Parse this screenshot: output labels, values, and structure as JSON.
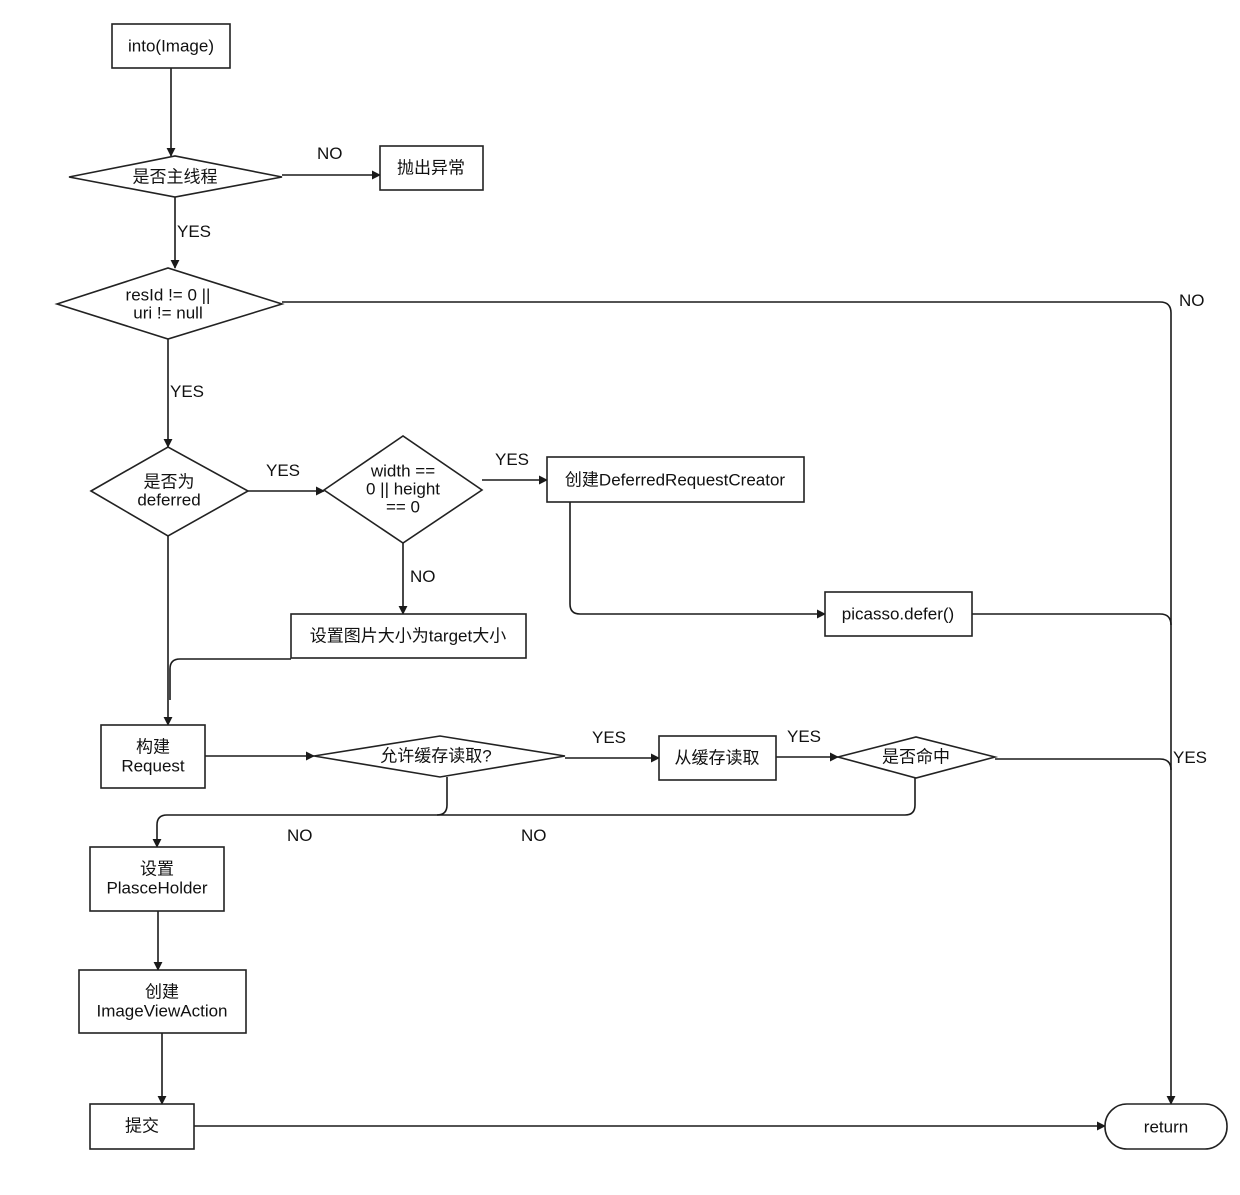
{
  "nodes": {
    "into_image": "into(Image)",
    "is_main_thread": "是否主线程",
    "throw_exception": "抛出异常",
    "resid_check": [
      "resId != 0 ||",
      "uri != null"
    ],
    "is_deferred": [
      "是否为",
      "deferred"
    ],
    "size_zero_check": [
      "width ==",
      "0 || height",
      "== 0"
    ],
    "create_deferred_creator": "创建DeferredRequestCreator",
    "picasso_defer": "picasso.defer()",
    "set_target_size": "设置图片大小为target大小",
    "build_request": [
      "构建",
      "Request"
    ],
    "allow_cache_read": "允许缓存读取?",
    "read_from_cache": "从缓存读取",
    "is_hit": "是否命中",
    "set_placeholder": [
      "设置",
      "PlasceHolder"
    ],
    "create_action": [
      "创建",
      "ImageViewAction"
    ],
    "submit": "提交",
    "return": "return"
  },
  "edge_labels": {
    "main_thread_no": "NO",
    "main_thread_yes": "YES",
    "resid_no": "NO",
    "resid_yes": "YES",
    "deferred_yes": "YES",
    "size_yes": "YES",
    "size_no": "NO",
    "cache_yes": "YES",
    "read_yes": "YES",
    "hit_yes": "YES",
    "cache_no": "NO",
    "hit_no": "NO"
  }
}
